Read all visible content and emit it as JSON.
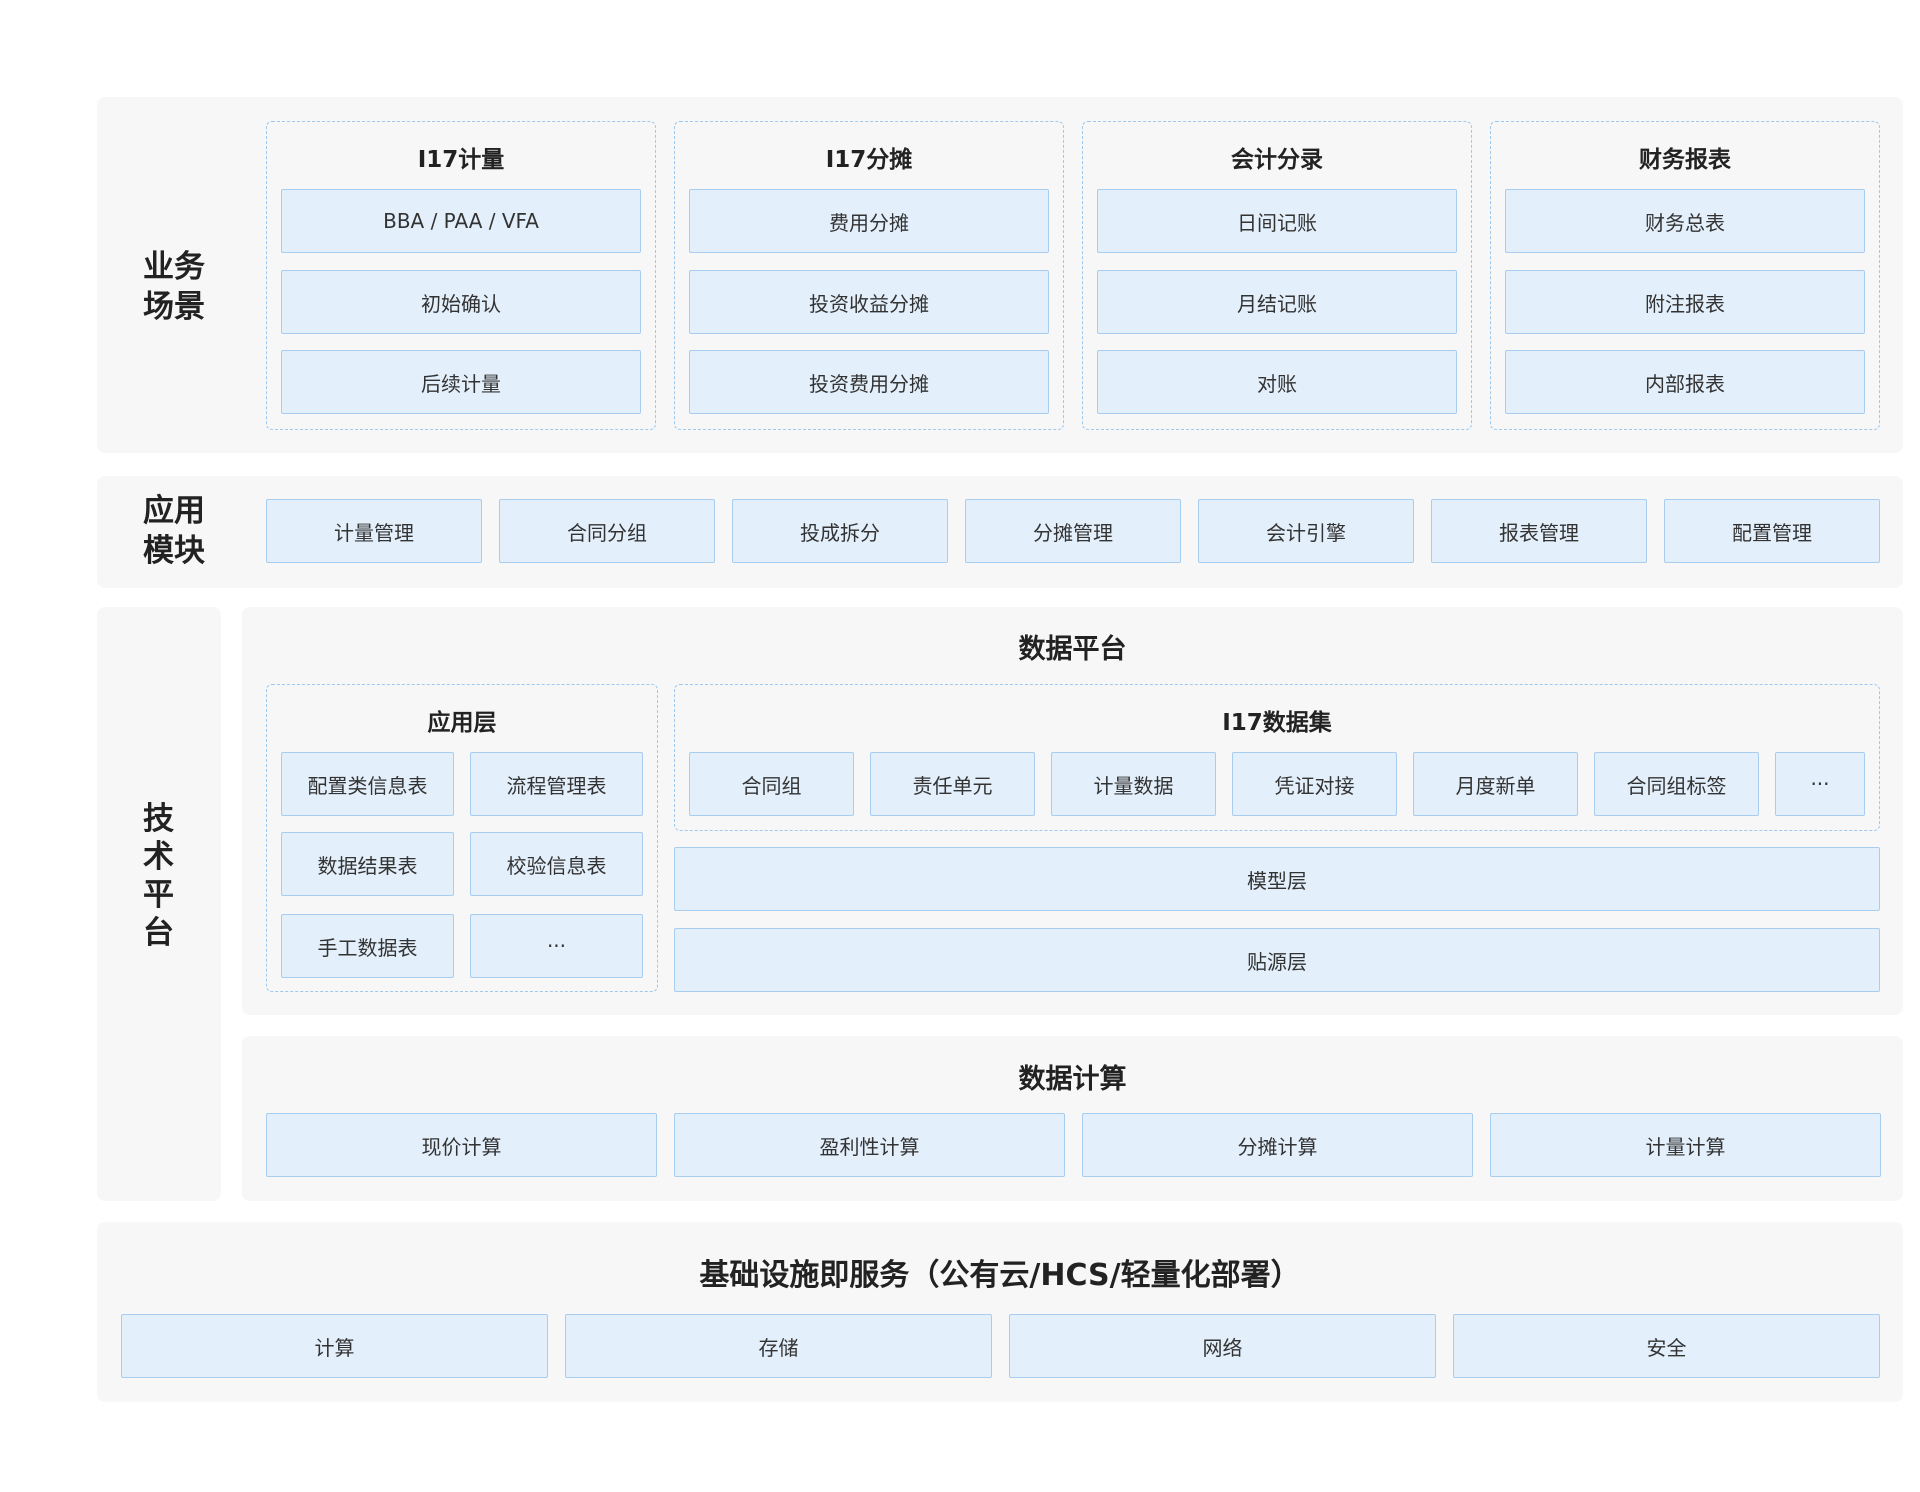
{
  "business": {
    "label": [
      "业务",
      "场景"
    ],
    "groups": [
      {
        "title": "I17计量",
        "items": [
          "BBA / PAA / VFA",
          "初始确认",
          "后续计量"
        ]
      },
      {
        "title": "I17分摊",
        "items": [
          "费用分摊",
          "投资收益分摊",
          "投资费用分摊"
        ]
      },
      {
        "title": "会计分录",
        "items": [
          "日间记账",
          "月结记账",
          "对账"
        ]
      },
      {
        "title": "财务报表",
        "items": [
          "财务总表",
          "附注报表",
          "内部报表"
        ]
      }
    ]
  },
  "modules": {
    "label": [
      "应用",
      "模块"
    ],
    "items": [
      "计量管理",
      "合同分组",
      "投成拆分",
      "分摊管理",
      "会计引擎",
      "报表管理",
      "配置管理"
    ]
  },
  "tech": {
    "label": [
      "技",
      "术",
      "平",
      "台"
    ],
    "data_platform": {
      "title": "数据平台",
      "app_layer": {
        "title": "应用层",
        "items": [
          "配置类信息表",
          "流程管理表",
          "数据结果表",
          "校验信息表",
          "手工数据表",
          "···"
        ]
      },
      "dataset": {
        "title": "I17数据集",
        "items": [
          "合同组",
          "责任单元",
          "计量数据",
          "凭证对接",
          "月度新单",
          "合同组标签",
          "···"
        ]
      },
      "model_layer": "模型层",
      "source_layer": "贴源层"
    },
    "data_compute": {
      "title": "数据计算",
      "items": [
        "现价计算",
        "盈利性计算",
        "分摊计算",
        "计量计算"
      ]
    }
  },
  "infra": {
    "title": "基础设施即服务（公有云/HCS/轻量化部署）",
    "items": [
      "计算",
      "存储",
      "网络",
      "安全"
    ]
  }
}
